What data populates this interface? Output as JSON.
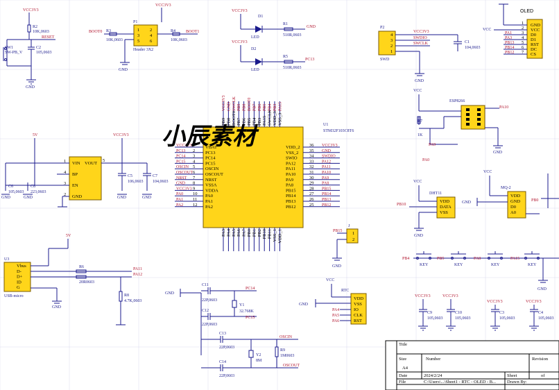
{
  "watermark": "小辰素材",
  "mcu": {
    "ref": "U1",
    "part": "STM32F103C8T6",
    "left_pins": [
      "VBAT",
      "PC13",
      "PC14",
      "PC15",
      "OSCIN",
      "OSCOUT",
      "NRST",
      "VSSA",
      "VDDA",
      "PA0",
      "PA1",
      "PA2"
    ],
    "left_nums": [
      "1",
      "2",
      "3",
      "4",
      "5",
      "6",
      "7",
      "8",
      "9",
      "10",
      "11",
      "12"
    ],
    "left_nets": [
      "VCC3V3",
      "PC13",
      "PC14",
      "PC15",
      "OSCIN",
      "OSCOUT",
      "NRST",
      "GND",
      "VCC3V3",
      "PA0",
      "PA1",
      "PA2"
    ],
    "right_pins": [
      "VDD_2",
      "VSS_2",
      "SWIO",
      "PA12",
      "PA11",
      "PA10",
      "PA9",
      "PA8",
      "PB15",
      "PB14",
      "PB13",
      "PB12"
    ],
    "right_nums": [
      "36",
      "35",
      "34",
      "33",
      "32",
      "31",
      "30",
      "29",
      "28",
      "27",
      "26",
      "25"
    ],
    "right_nets": [
      "VCC3V3",
      "GND",
      "SWDIO",
      "PA12",
      "PA11",
      "PA10",
      "PA9",
      "PA8",
      "PB15",
      "PB14",
      "PB13",
      "PB12"
    ],
    "top_pins": [
      "PB9",
      "PB8",
      "BOOT0",
      "PB7",
      "PB6",
      "PB5",
      "PB4",
      "PB3",
      "PA15",
      "SWCLK",
      "VDD_3",
      "VSS_3"
    ],
    "bottom_pins": [
      "PA3",
      "PA4",
      "PA5",
      "PA6",
      "PA7",
      "PB0",
      "PB1",
      "PB2",
      "PB10",
      "PB11",
      "VSS_1",
      "VDD_1"
    ],
    "top_nets": [
      "VCC3V3",
      "GND",
      "SWCLK",
      "PB9",
      "PB8",
      "BOOT0",
      "PB7",
      "PB6",
      "PB5",
      "PB4",
      "PB3",
      "PA15"
    ]
  },
  "reset": {
    "r_ref": "R2",
    "r_val": "10K,0603",
    "net": "RESET",
    "sw_ref": "SW1",
    "sw_val": "SW-PB_V",
    "c_ref": "C2",
    "c_val": "105,0603",
    "vcc": "VCC3V3"
  },
  "boot": {
    "p_ref": "P1",
    "p_val": "Header 3X2",
    "r3": "R3",
    "r3v": "10K,0603",
    "r4": "R4",
    "r4v": "10K,0603",
    "boot0": "BOOT0",
    "boot1": "BOOT1",
    "vcc": "VCC3V3",
    "pins": [
      "1",
      "2",
      "3",
      "4",
      "5",
      "6"
    ]
  },
  "leds": [
    {
      "ref": "D1",
      "val": "LED",
      "r": "R1",
      "rv": "510R,0603",
      "vcc": "VCC3V3",
      "net": "GND"
    },
    {
      "ref": "D2",
      "val": "LED",
      "r": "R5",
      "rv": "510R,0603",
      "vcc": "VCC3V3",
      "net": "PC13"
    }
  ],
  "swd": {
    "ref": "P2",
    "val": "SWD",
    "nets": [
      "VCC3V3",
      "SWDIO",
      "SWCLK"
    ],
    "pins": [
      "4",
      "3",
      "2",
      "1"
    ],
    "c_ref": "C1",
    "c_val": "104,0603"
  },
  "oled": {
    "ref": "OLED",
    "vcc": "VCC",
    "pins": [
      "GND",
      "VCC",
      "D0",
      "D1",
      "RST",
      "DC",
      "CS"
    ],
    "nets": [
      "",
      "",
      "PA1",
      "PA3",
      "PB13",
      "PB14",
      "PB12"
    ],
    "nums": [
      "1",
      "2",
      "3",
      "4",
      "5",
      "6",
      "7"
    ]
  },
  "esp": {
    "ref": "ESP8266",
    "vcc": "VCC",
    "r": "R7",
    "rv": "1K",
    "nets": [
      "PA10",
      "PA9",
      "PA0"
    ]
  },
  "ldo": {
    "pins": [
      "VIN",
      "BP",
      "EN",
      "GND"
    ],
    "out": "VOUT",
    "nums": [
      "1",
      "4",
      "3",
      "2",
      "5"
    ],
    "vin": "5V",
    "vout": "VCC3V3",
    "caps": [
      [
        "C6",
        "105,0603"
      ],
      [
        "C8",
        "223,0603"
      ],
      [
        "C5",
        "106,0603"
      ],
      [
        "C7",
        "104,0603"
      ]
    ]
  },
  "usb": {
    "ref": "U3",
    "val": "USB-micro",
    "pins": [
      "Vbus",
      "D-",
      "D+",
      "ID",
      "G"
    ],
    "nets": [
      "5V",
      "PA11",
      "PA12"
    ],
    "r6": "R6",
    "r6v": "20R0603",
    "r8": "R8",
    "r8v": "4.7K,0603",
    "net_gnd": "GND"
  },
  "xtal": {
    "c11": "C11",
    "c11v": "22P,0603",
    "c12": "C12",
    "c12v": "22P,0603",
    "y1": "Y1",
    "y1v": "32.768K",
    "c13": "C13",
    "c13v": "22P,0603",
    "c14": "C14",
    "c14v": "22P,0603",
    "y2": "Y2",
    "y2v": "8M",
    "r9": "R9",
    "r9v": "1M0603",
    "nets": [
      "PC14",
      "PC15",
      "OSCIN",
      "OSCOUT"
    ]
  },
  "dht": {
    "ref": "DHT11",
    "pins": [
      "VDD",
      "DATA",
      "VSS"
    ],
    "net": "PB10",
    "vcc": "VCC"
  },
  "mq2": {
    "ref": "MQ-2",
    "pins": [
      "VDD",
      "GND",
      "D0",
      "A0"
    ],
    "net": "PB0",
    "vcc": "VCC",
    "gnd": "GND"
  },
  "buzzer": {
    "ref": "J",
    "net": "PB15",
    "pins": [
      "1",
      "2"
    ]
  },
  "rtc": {
    "ref": "RTC",
    "pins": [
      "VDD",
      "VSS",
      "IO",
      "CLK",
      "RST"
    ],
    "nets": [
      "PA4",
      "PA5",
      "PA6"
    ],
    "vcc": "VCC",
    "gnd": "GND"
  },
  "keys": [
    {
      "net": "PB4",
      "label": "KEY"
    },
    {
      "net": "PB5",
      "label": "KEY"
    },
    {
      "net": "PA8",
      "label": "KEY"
    },
    {
      "net": "PA15",
      "label": "KEY"
    }
  ],
  "decoup": [
    [
      "C9",
      "105,0603"
    ],
    [
      "C10",
      "105,0603"
    ],
    [
      "C3",
      "105,0603"
    ],
    [
      "C4",
      "105,0603"
    ]
  ],
  "decoup_vcc": "VCC3V3",
  "titleblock": {
    "title": "Title",
    "size_l": "Size",
    "size": "A4",
    "number_l": "Number",
    "revision": "Revision",
    "date_l": "Date",
    "date": "2024/2/24",
    "sheet": "Sheet",
    "of": "of",
    "file_l": "File",
    "file": "C:\\Users\\...\\Sheet1 - RTC - OLED - B...",
    "drawn": "Drawn By:"
  }
}
